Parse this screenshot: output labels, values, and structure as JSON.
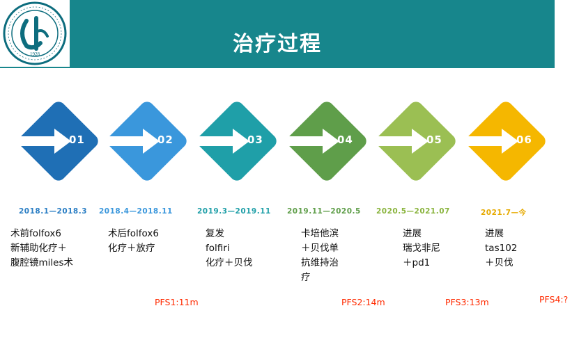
{
  "slide": {
    "title": "治疗过程",
    "logo": {
      "caption": "郑州大学第一附属医院 · 1928",
      "ring_text": "THE FIRST AFFILIATED HOSPITAL OF ZHENGZHOU UNIVERSITY",
      "year": "1928",
      "color": "#0d6d7e"
    }
  },
  "stages": [
    {
      "num": "01",
      "date": "2018.1—2018.3",
      "color": "#1f6fb5",
      "date_color": "#2a7ec4",
      "lines": [
        "术前folfox6",
        "新辅助化疗＋",
        "腹腔镜miles术"
      ]
    },
    {
      "num": "02",
      "date": "2018.4—2018.11",
      "color": "#3a97dc",
      "date_color": "#3a97dc",
      "lines": [
        "术后folfox6",
        "化疗＋放疗"
      ]
    },
    {
      "num": "03",
      "date": "2019.3—2019.11",
      "color": "#1f9fa8",
      "date_color": "#1f9fa8",
      "lines": [
        "复发",
        "folfiri",
        "化疗＋贝伐"
      ]
    },
    {
      "num": "04",
      "date": "2019.11—2020.5",
      "color": "#5f9e4a",
      "date_color": "#5f9e4a",
      "lines": [
        "卡培他滨",
        "＋贝伐单",
        "抗维持治",
        "疗"
      ]
    },
    {
      "num": "05",
      "date": "2020.5—2021.07",
      "color": "#9bbf53",
      "date_color": "#8ab43e",
      "lines": [
        "进展",
        "瑞戈非尼",
        "＋pd1"
      ]
    },
    {
      "num": "06",
      "date": "2021.7—今",
      "color": "#f5b700",
      "date_color": "#e6aa00",
      "lines": [
        "进展",
        "tas102",
        "＋贝伐"
      ]
    }
  ],
  "pfs": [
    "PFS1:11m",
    "PFS2:14m",
    "PFS3:13m",
    "PFS4:?"
  ]
}
